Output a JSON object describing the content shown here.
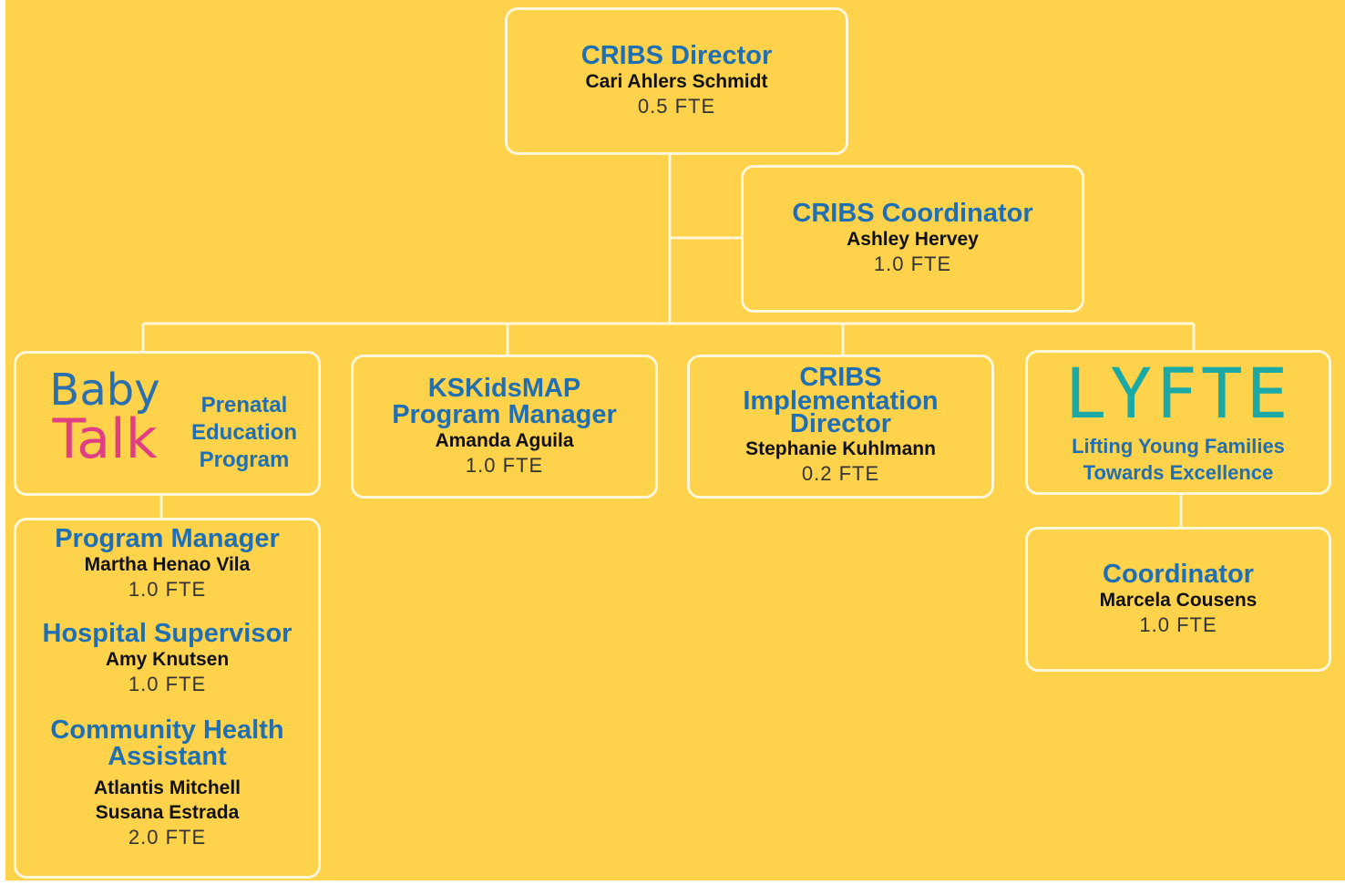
{
  "colors": {
    "background": "#fed24a",
    "title_blue": "#1f6fb2",
    "box_border": "#fff7d8",
    "babytalk_blue": "#2b6fae",
    "babytalk_pink": "#e03f84",
    "lyfte_teal": "#1aa9a6"
  },
  "director": {
    "title": "CRIBS Director",
    "name": "Cari Ahlers Schmidt",
    "fte": "0.5 FTE"
  },
  "coordinator": {
    "title": "CRIBS Coordinator",
    "name": "Ashley Hervey",
    "fte": "1.0 FTE"
  },
  "babytalk": {
    "logo_baby": "Baby",
    "logo_talk": "Talk",
    "program": [
      "Prenatal",
      "Education",
      "Program"
    ]
  },
  "kskidsmap": {
    "title_line1": "KSKidsMAP",
    "title_line2": "Program Manager",
    "name": "Amanda Aguila",
    "fte": "1.0 FTE"
  },
  "implementation": {
    "title_line1": "CRIBS",
    "title_line2": "Implementation",
    "title_line3": "Director",
    "name": "Stephanie Kuhlmann",
    "fte": "0.2 FTE"
  },
  "lyfte": {
    "logo": "LYFTE",
    "subtitle_line1": "Lifting Young Families",
    "subtitle_line2": "Towards Excellence"
  },
  "babytalk_staff": {
    "program_manager": {
      "title": "Program Manager",
      "name": "Martha Henao Vila",
      "fte": "1.0 FTE"
    },
    "hospital_supervisor": {
      "title": "Hospital Supervisor",
      "name": "Amy Knutsen",
      "fte": "1.0 FTE"
    },
    "community_health": {
      "title_line1": "Community Health",
      "title_line2": "Assistant",
      "name1": "Atlantis Mitchell",
      "name2": "Susana Estrada",
      "fte": "2.0 FTE"
    }
  },
  "lyfte_coordinator": {
    "title": "Coordinator",
    "name": "Marcela Cousens",
    "fte": "1.0 FTE"
  }
}
